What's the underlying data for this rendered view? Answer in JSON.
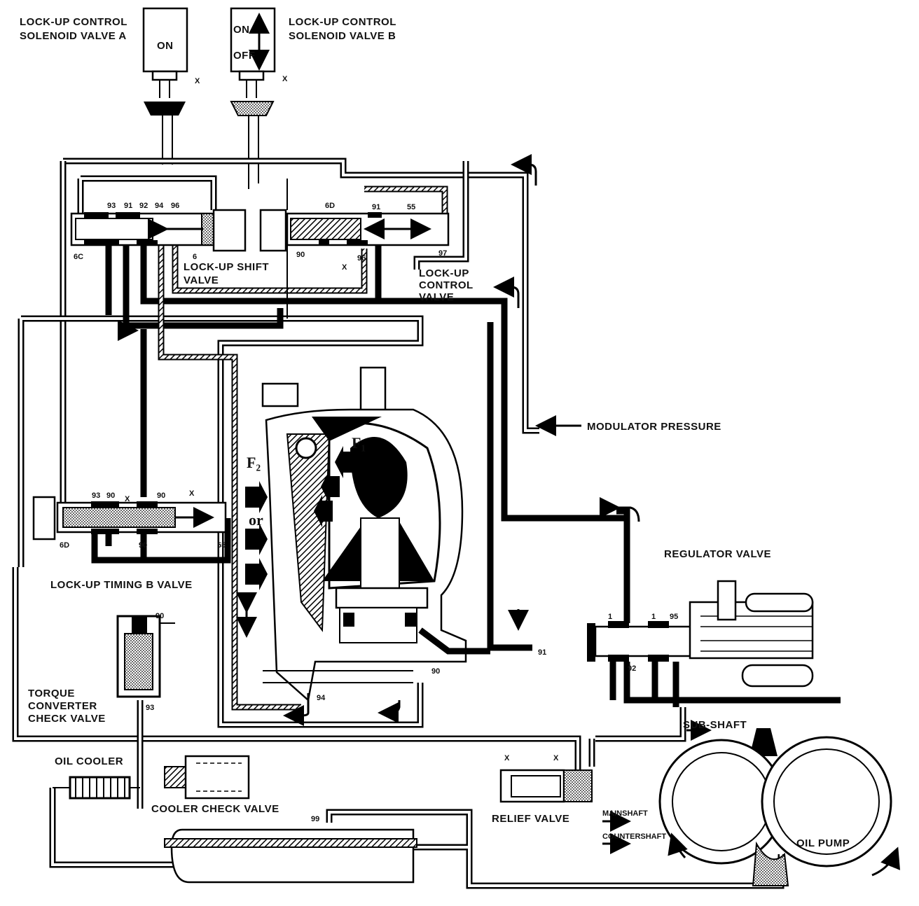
{
  "labels": {
    "solenoid_a_line1": "LOCK-UP CONTROL",
    "solenoid_a_line2": "SOLENOID VALVE A",
    "solenoid_b_line1": "LOCK-UP CONTROL",
    "solenoid_b_line2": "SOLENOID VALVE B",
    "solenoid_a_state": "ON",
    "solenoid_b_on": "ON",
    "solenoid_b_off": "OFF",
    "shift_valve_line1": "LOCK-UP SHIFT",
    "shift_valve_line2": "VALVE",
    "control_valve_line1": "LOCK-UP",
    "control_valve_line2": "CONTROL",
    "control_valve_line3": "VALVE",
    "modulator_pressure": "MODULATOR PRESSURE",
    "regulator_valve": "REGULATOR VALVE",
    "timing_valve": "LOCK-UP TIMING B VALVE",
    "converter_check_line1": "TORQUE",
    "converter_check_line2": "CONVERTER",
    "converter_check_line3": "CHECK VALVE",
    "oil_cooler": "OIL COOLER",
    "cooler_check_valve": "COOLER CHECK VALVE",
    "relief_valve": "RELIEF VALVE",
    "sub_shaft": "SUB-SHAFT",
    "mainshaft": "MAINSHAFT",
    "countershaft": "COUNTERSHAFT",
    "oil_pump": "OIL PUMP",
    "force_1": "F₁",
    "force_2": "F₂",
    "or_text": "or"
  },
  "ports": {
    "p93a": "93",
    "p91a": "91",
    "p92a": "92",
    "p94a": "94",
    "p96a": "96",
    "p6c": "6C",
    "p6a": "6",
    "p6d_top": "6D",
    "p91b": "91",
    "p55a": "55",
    "p90a": "90",
    "x_mid": "X",
    "p96b": "96",
    "p97": "97",
    "x_sol_a": "X",
    "x_sol_b": "X",
    "t93": "93",
    "t90a": "90",
    "tx1": "X",
    "t90b": "90",
    "tx2": "X",
    "t6d": "6D",
    "t90c": "90",
    "t55": "55",
    "c90": "90",
    "c93": "93",
    "r1a": "1",
    "r1b": "1",
    "r95": "95",
    "r92": "92",
    "tc91": "91",
    "tc90": "90",
    "tc94": "94",
    "rx1": "X",
    "rx2": "X",
    "p99": "99"
  }
}
